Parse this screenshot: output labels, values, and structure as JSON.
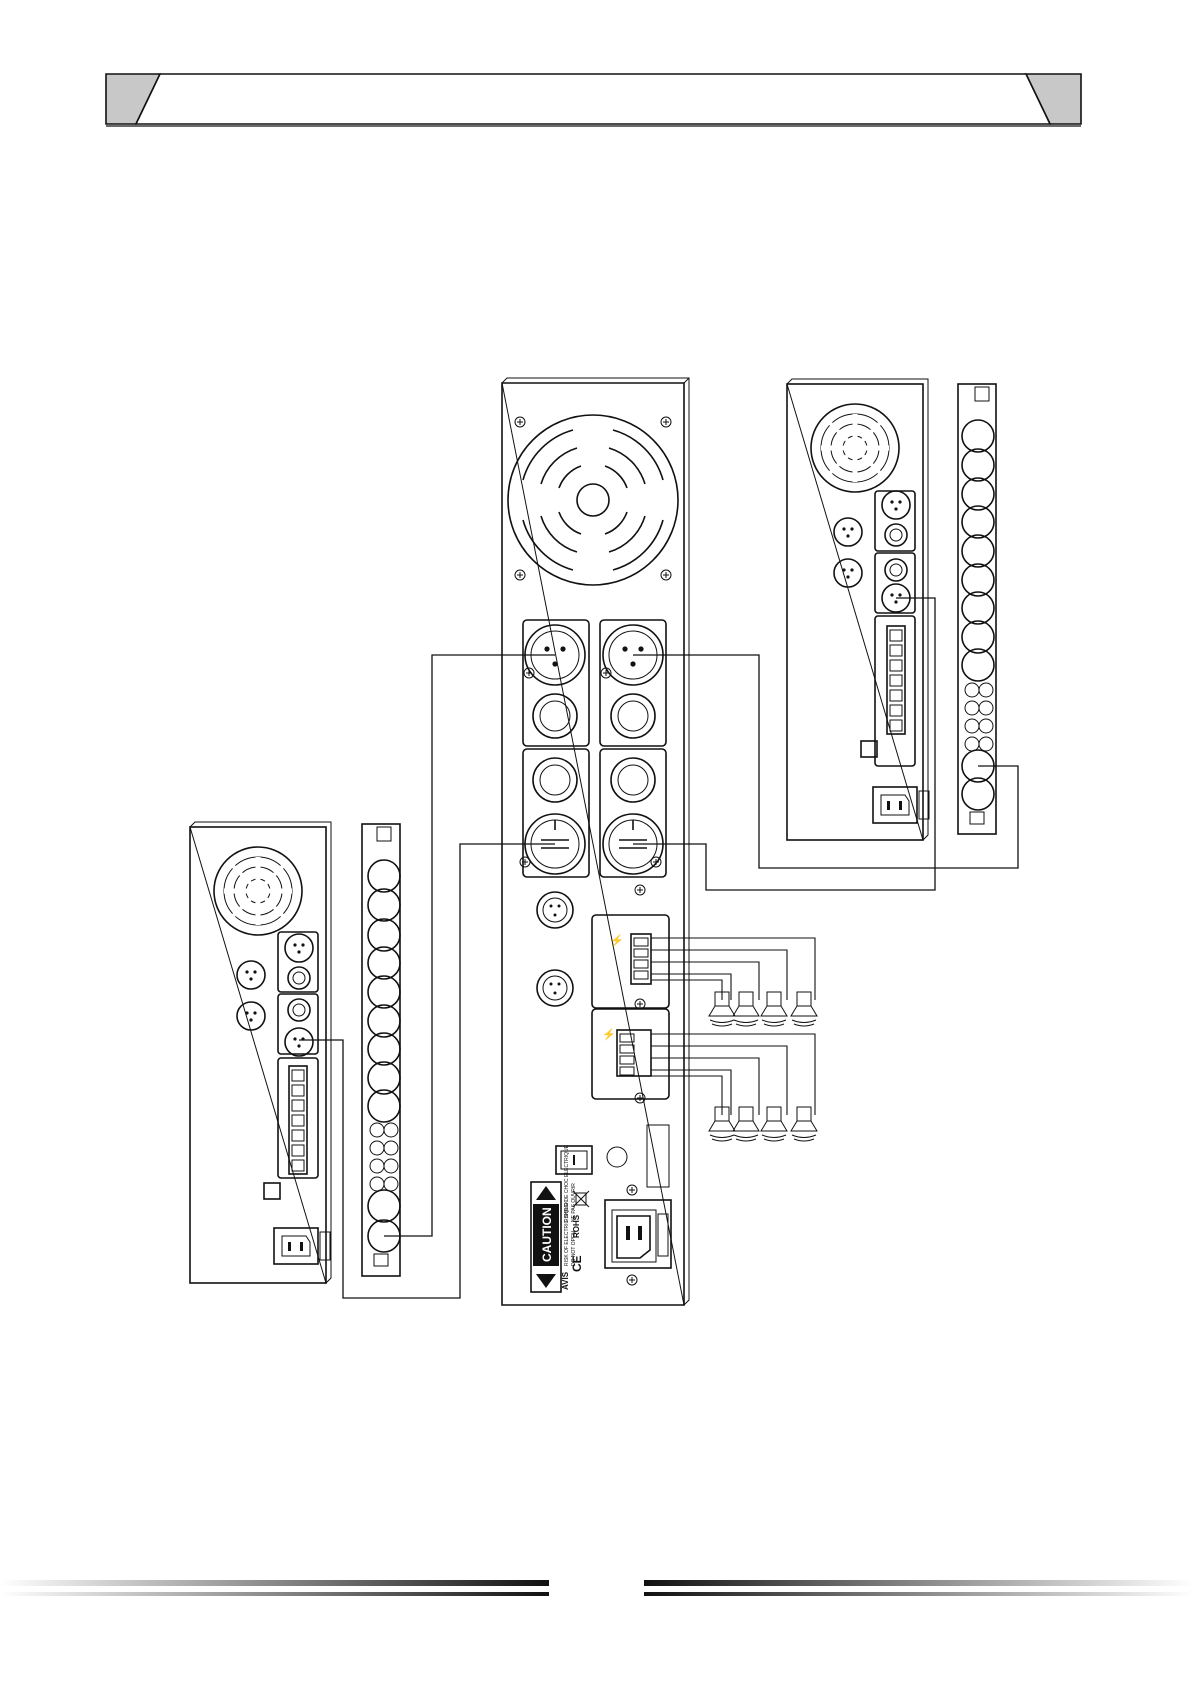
{
  "header": {
    "title": ""
  },
  "caution_label": {
    "brand": "AVIS",
    "title": "CAUTION",
    "line1": "RISK OF ELECTRIC SHOCK",
    "line2": "DO NOT OPEN",
    "line3": "RISQUE DE CHOC ELECTRIQUE",
    "line4": "NE PAS OUVRIR"
  },
  "compliance": {
    "rohs": "ROHS",
    "ce": "CE"
  },
  "icons": [
    "fan-grille-icon",
    "xlr-connector-icon",
    "jack-socket-icon",
    "speaker-terminal-icon",
    "power-switch-icon",
    "iec-power-inlet-icon",
    "speaker-icon",
    "caution-triangle-icon",
    "weee-bin-icon"
  ],
  "colors": {
    "ink": "#111111",
    "banner_fill": "#c8c8c8",
    "paper": "#ffffff"
  }
}
